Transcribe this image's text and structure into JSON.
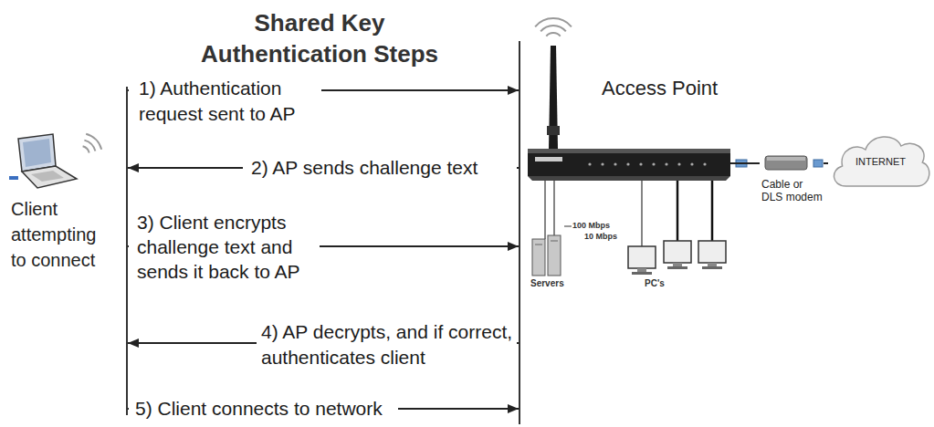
{
  "diagram": {
    "title": "Shared Key Authentication Steps",
    "nodes": [
      {
        "text": [
          "Client attempting to connect"
        ]
      },
      {
        "text": [
          "Access Point"
        ]
      },
      {
        "text": [
          "Cable or DLS modem"
        ]
      },
      {
        "text": [
          "INTERNET"
        ]
      }
    ],
    "edges": [
      {
        "from": 0,
        "to": 1,
        "label": "1) Authentication request sent to AP",
        "arrow": "to"
      },
      {
        "from": 1,
        "to": 0,
        "label": "2) AP sends challenge text",
        "arrow": "to"
      },
      {
        "from": 0,
        "to": 1,
        "label": "3) Client encrypts challenge text and sends it back to AP",
        "arrow": "to"
      },
      {
        "from": 1,
        "to": 0,
        "label": "4) AP decrypts, and if correct, authenticates client",
        "arrow": "to"
      },
      {
        "from": 0,
        "to": 1,
        "label": "5) Client connects to network",
        "arrow": "to"
      },
      {
        "from": 1,
        "to": 2,
        "arrow": "none"
      },
      {
        "from": 2,
        "to": 3,
        "arrow": "none"
      }
    ],
    "labels": [
      "100 Mbps",
      "10 Mbps",
      "Servers",
      "PC's"
    ]
  }
}
